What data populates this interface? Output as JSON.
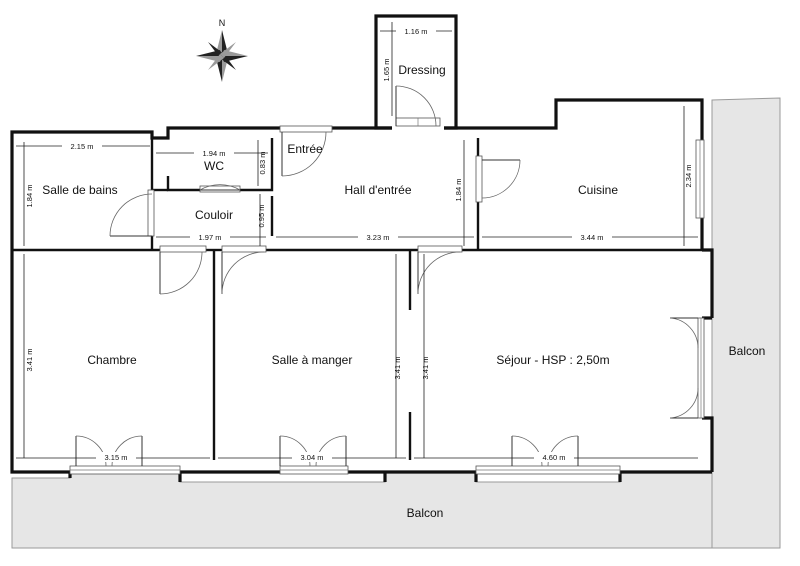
{
  "compass": {
    "north_label": "N"
  },
  "rooms": {
    "dressing": "Dressing",
    "entree": "Entrée",
    "wc": "WC",
    "hall": "Hall d'entrée",
    "cuisine": "Cuisine",
    "salle_de_bains": "Salle de bains",
    "couloir": "Couloir",
    "chambre": "Chambre",
    "salle_a_manger": "Salle à manger",
    "sejour": "Séjour - HSP : 2,50m",
    "balcon_east": "Balcon",
    "balcon_south": "Balcon"
  },
  "dimensions": {
    "dressing_width": "1.16 m",
    "dressing_depth": "1.65 m",
    "wc_width": "1.94 m",
    "wc_depth": "0.83 m",
    "sdb_width": "2.15 m",
    "sdb_depth": "1.84 m",
    "hall_depth": "1.84 m",
    "cuisine_depth": "2.34 m",
    "couloir_depth": "0.95 m",
    "couloir_width": "1.97 m",
    "hall_width": "3.23 m",
    "cuisine_width": "3.44 m",
    "chambre_depth": "3.41 m",
    "salle_a_manger_depth": "3.41 m",
    "sejour_depth": "3.41 m",
    "chambre_width": "3.15 m",
    "salle_a_manger_width": "3.04 m",
    "sejour_width": "4.60 m"
  }
}
